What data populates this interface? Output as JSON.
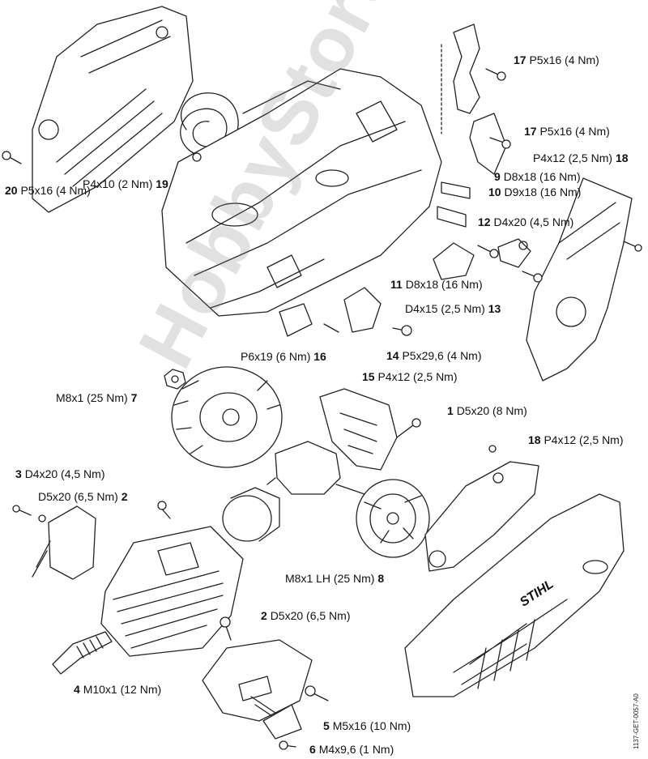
{
  "colors": {
    "line": "#222222",
    "fill": "#ffffff",
    "watermark": "#8a8a8a"
  },
  "labels": [
    {
      "num": "17",
      "text": "P5x16 (4 Nm)",
      "side": "left"
    },
    {
      "num": "17",
      "text": "P5x16 (4 Nm)",
      "side": "left"
    },
    {
      "num": "18",
      "text": "P4x12 (2,5 Nm)",
      "side": "right"
    },
    {
      "num": "19",
      "text": "P4x10 (2 Nm)",
      "side": "right"
    },
    {
      "num": "20",
      "text": "P5x16 (4 Nm)",
      "side": "left"
    },
    {
      "num": "9",
      "text": "D8x18 (16 Nm)",
      "side": "left"
    },
    {
      "num": "10",
      "text": "D9x18 (16 Nm)",
      "side": "left"
    },
    {
      "num": "12",
      "text": "D4x20 (4,5 Nm)",
      "side": "left"
    },
    {
      "num": "11",
      "text": "D8x18 (16 Nm)",
      "side": "left"
    },
    {
      "num": "13",
      "text": "D4x15 (2,5 Nm)",
      "side": "right"
    },
    {
      "num": "14",
      "text": "P5x29,6 (4 Nm)",
      "side": "left"
    },
    {
      "num": "15",
      "text": "P4x12 (2,5 Nm)",
      "side": "left"
    },
    {
      "num": "16",
      "text": "P6x19 (6 Nm)",
      "side": "right"
    },
    {
      "num": "7",
      "text": "M8x1 (25 Nm)",
      "side": "right"
    },
    {
      "num": "1",
      "text": "D5x20 (8 Nm)",
      "side": "left"
    },
    {
      "num": "18",
      "text": "P4x12 (2,5 Nm)",
      "side": "left"
    },
    {
      "num": "3",
      "text": "D4x20 (4,5 Nm)",
      "side": "left"
    },
    {
      "num": "2",
      "text": "D5x20 (6,5 Nm)",
      "side": "right"
    },
    {
      "num": "8",
      "text": "M8x1 LH (25 Nm)",
      "side": "right"
    },
    {
      "num": "2",
      "text": "D5x20 (6,5 Nm)",
      "side": "left"
    },
    {
      "num": "4",
      "text": "M10x1 (12 Nm)",
      "side": "left"
    },
    {
      "num": "5",
      "text": "M5x16 (10 Nm)",
      "side": "left"
    },
    {
      "num": "6",
      "text": "M4x9,6 (1 Nm)",
      "side": "left"
    }
  ],
  "brand": "STIHL",
  "watermark": "HobbyStore.it",
  "drawing_code": "1137-GET-0057-A0"
}
